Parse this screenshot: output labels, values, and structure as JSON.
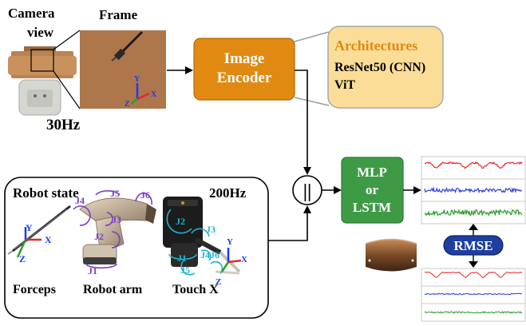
{
  "camera": {
    "label_line1": "Camera",
    "label_line2": "view",
    "frame_label": "Frame",
    "rate": "30Hz"
  },
  "frame_axes": {
    "x": "X",
    "y": "Y",
    "z": "Z"
  },
  "encoder": {
    "line1": "Image",
    "line2": "Encoder"
  },
  "architectures": {
    "title": "Architectures",
    "items": [
      "ResNet50 (CNN)",
      "ViT"
    ]
  },
  "concat": {
    "symbol": "||"
  },
  "model": {
    "line1": "MLP",
    "line2": "or",
    "line3": "LSTM"
  },
  "rmse": {
    "label": "RMSE"
  },
  "robot_state": {
    "title": "Robot state",
    "rate": "200Hz",
    "forceps_label": "Forceps",
    "robot_arm_label": "Robot arm",
    "touch_label": "Touch X",
    "arm_joints": [
      "J1",
      "J2",
      "J3",
      "J4",
      "J5",
      "J6"
    ],
    "touch_joints": [
      "J1",
      "J2",
      "J3",
      "J4",
      "J5",
      "J6"
    ],
    "axes": {
      "x": "X",
      "y": "Y",
      "z": "Z"
    }
  },
  "colors": {
    "encoder": "#e08a12",
    "encoder_border": "#b86a00",
    "arch_fill": "#fbdd97",
    "arch_title": "#e08a12",
    "model": "#3f9a46",
    "model_border": "#2e7a34",
    "rmse": "#1e3fa0",
    "arm_joint": "#7b3cc8",
    "touch_joint": "#1fb3d1",
    "trace_red": "#e8262a",
    "trace_blue": "#2a3fe0",
    "trace_green": "#2a9a2a"
  }
}
